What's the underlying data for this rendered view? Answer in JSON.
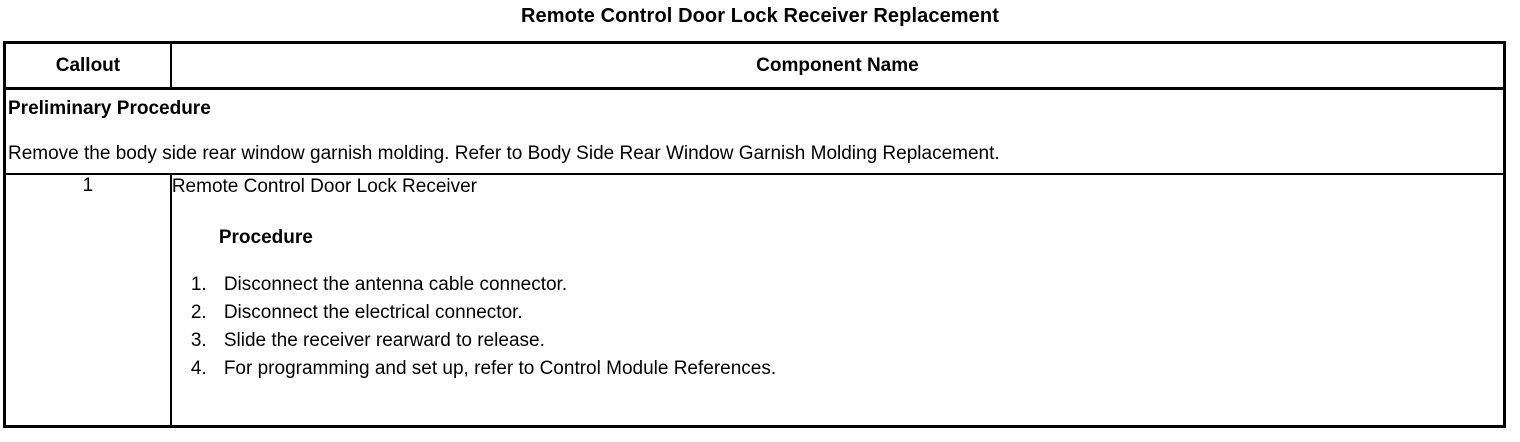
{
  "document": {
    "title": "Remote Control Door Lock Receiver Replacement"
  },
  "table": {
    "headers": {
      "callout": "Callout",
      "component_name": "Component Name"
    },
    "preliminary": {
      "heading": "Preliminary Procedure",
      "text": "Remove the body side rear window garnish molding. Refer to Body Side Rear Window Garnish Molding Replacement."
    },
    "rows": [
      {
        "callout": "1",
        "component_name": "Remote Control Door Lock Receiver",
        "procedure_heading": "Procedure",
        "steps": [
          {
            "number": "1.",
            "text": "Disconnect the antenna cable connector."
          },
          {
            "number": "2.",
            "text": "Disconnect the electrical connector."
          },
          {
            "number": "3.",
            "text": "Slide the receiver rearward to release."
          },
          {
            "number": "4.",
            "text": "For programming and set up, refer to Control Module References."
          }
        ]
      }
    ]
  },
  "colors": {
    "text": "#000000",
    "background": "#ffffff",
    "border": "#000000"
  }
}
